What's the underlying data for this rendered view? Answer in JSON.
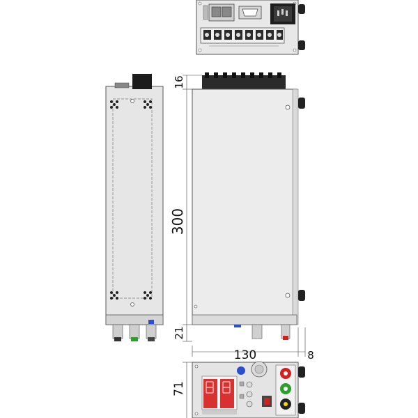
{
  "dimensions": {
    "height_top": "16",
    "height_body": "300",
    "height_bottom": "21",
    "width_main": "130",
    "width_handle": "8",
    "front_height": "71"
  },
  "colors": {
    "chassis": "#e6e6e6",
    "chassis_edge": "#555555",
    "terminal_dark": "#2b2b2b",
    "display_red": "#d93030",
    "knob_blue": "#2a4fd0",
    "jack_red": "#d02020",
    "jack_green": "#2aa02a",
    "jack_black": "#222222",
    "switch_red": "#cc2222"
  },
  "icons": [
    "iec-power-inlet-icon",
    "db9-connector-icon",
    "terminal-screw-icon",
    "vent-hole-icon",
    "rotary-knob-icon",
    "banana-jack-icon",
    "power-switch-icon",
    "led-display-icon"
  ]
}
